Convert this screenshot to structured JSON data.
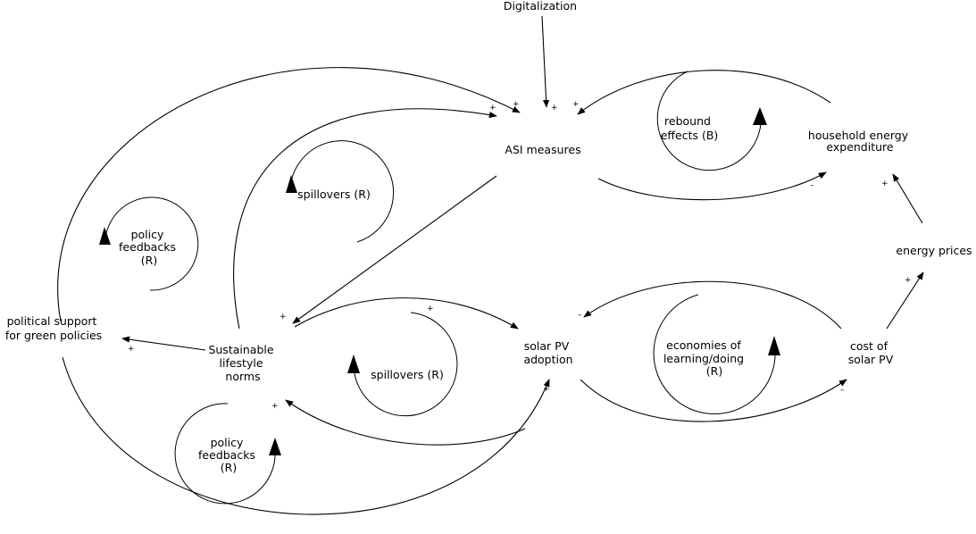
{
  "nodes": {
    "digitalization": "Digitalization",
    "asi_measures": "ASI measures",
    "household_energy_expenditure": [
      "household energy",
      "expenditure"
    ],
    "energy_prices": "energy prices",
    "cost_of_solar_pv": [
      "cost of",
      "solar PV"
    ],
    "solar_pv_adoption": [
      "solar PV",
      "adoption"
    ],
    "sustainable_lifestyle_norms": [
      "Sustainable",
      "lifestyle",
      "norms"
    ],
    "political_support": [
      "political support",
      "for green policies"
    ]
  },
  "loops": {
    "rebound_effects": [
      "rebound",
      "effects (B)"
    ],
    "spillovers_top": [
      "spillovers (R)"
    ],
    "policy_feedbacks_top": [
      "policy",
      "feedbacks",
      "(R)"
    ],
    "spillovers_bottom": [
      "spillovers (R)"
    ],
    "economies_of_learning": [
      "economies of",
      "learning/doing",
      "(R)"
    ],
    "policy_feedbacks_bottom": [
      "policy",
      "feedbacks",
      "(R)"
    ]
  },
  "polarities": {
    "digitalization_to_asi": "+",
    "political_to_asi": "+",
    "norms_to_asi": "+",
    "household_to_asi": "+",
    "asi_to_household": "–",
    "prices_to_household": "+",
    "cost_to_prices": "+",
    "cost_to_adoption": "–",
    "adoption_to_cost": "–",
    "norms_to_adoption": "+",
    "adoption_to_norms": "+",
    "asi_to_norms": "+",
    "norms_to_political": "+",
    "political_to_adoption": "+"
  }
}
